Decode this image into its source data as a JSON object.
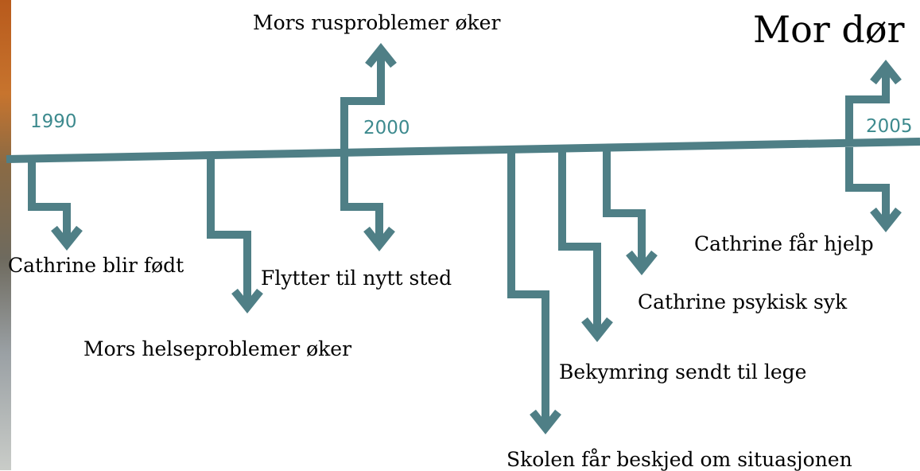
{
  "colors": {
    "line": "#4f7f86",
    "year_text": "#3d8a8e",
    "event_text": "#000000"
  },
  "years": [
    "1990",
    "2000",
    "2005"
  ],
  "events": {
    "cathrine_fodt": "Cathrine blir født",
    "mors_helse": "Mors helseproblemer øker",
    "mors_rus": "Mors rusproblemer øker",
    "flytter": "Flytter til nytt sted",
    "skolen": "Skolen får beskjed om situasjonen",
    "bekymring": "Bekymring sendt til lege",
    "psykisk": "Cathrine psykisk syk",
    "hjelp": "Cathrine får hjelp",
    "mor_dor": "Mor dør"
  }
}
